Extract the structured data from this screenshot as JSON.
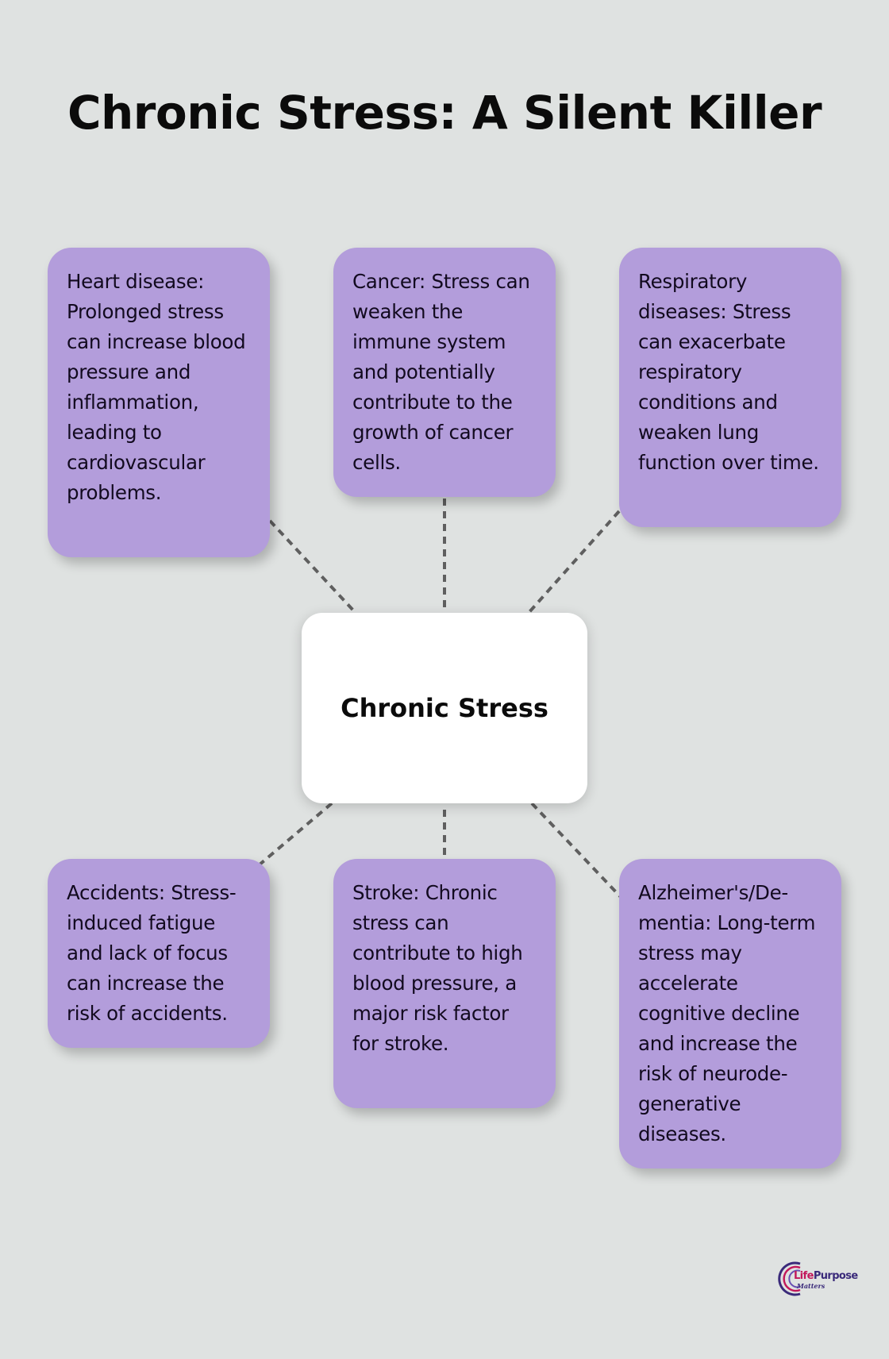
{
  "title": "Chronic Stress: A Silent Killer",
  "center": {
    "label": "Chronic Stress"
  },
  "nodes": [
    {
      "id": "heart-disease",
      "text": "Heart disease: Prolonged stress can increase blood pressure and inflammation, leading to cardiovascular problems."
    },
    {
      "id": "cancer",
      "text": "Cancer: Stress can weaken the immune system and potentially contribute to the growth of cancer cells."
    },
    {
      "id": "respiratory",
      "text": "Respiratory diseases: Stress can exacerbate respiratory conditions and weaken lung function over time."
    },
    {
      "id": "accidents",
      "text": "Accidents: Stress-induced fatigue and lack of focus can increase the risk of accidents."
    },
    {
      "id": "stroke",
      "text": "Stroke: Chronic stress can contribute to high blood pressure, a major risk factor for stroke."
    },
    {
      "id": "alzheimers",
      "text": "Alzheimer's/De-mentia: Long-term stress may accelerate cognitive decline and increase the risk of neurode-generative diseases."
    }
  ],
  "edges": [
    {
      "from": "center",
      "to": "heart-disease"
    },
    {
      "from": "center",
      "to": "cancer"
    },
    {
      "from": "center",
      "to": "respiratory"
    },
    {
      "from": "center",
      "to": "accidents"
    },
    {
      "from": "center",
      "to": "stroke"
    },
    {
      "from": "center",
      "to": "alzheimers"
    }
  ],
  "colors": {
    "background": "#dfe2e1",
    "node_fill": "#b39ddb",
    "center_fill": "#ffffff",
    "connector": "#5f5f5f",
    "text": "#120a1f"
  },
  "logo": {
    "word1": "Life",
    "word2": "Purpose",
    "word3": "Matters"
  }
}
